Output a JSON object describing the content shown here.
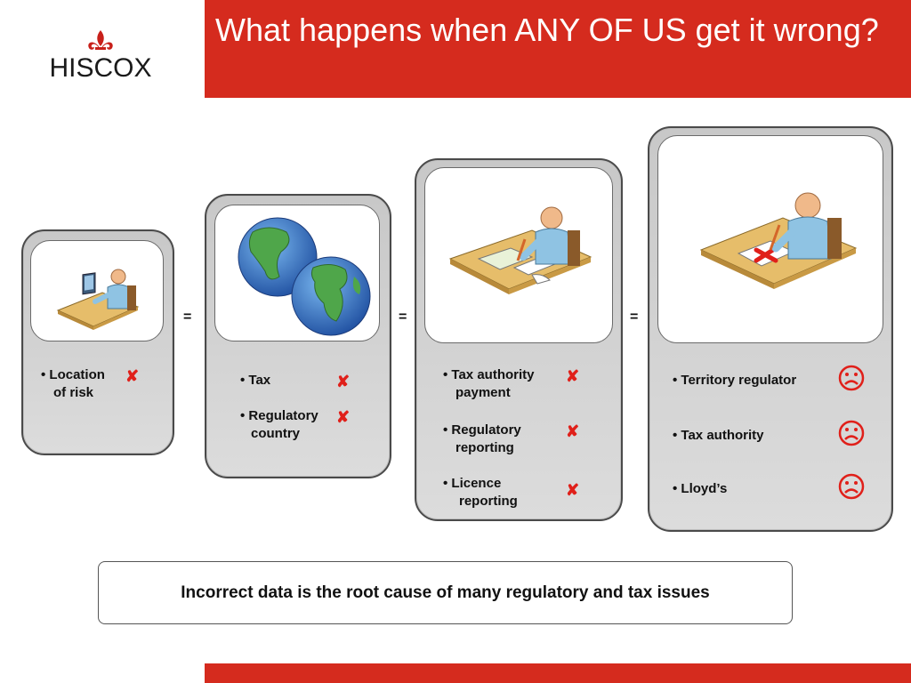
{
  "brand": {
    "name": "HISCOX",
    "accent": "#d52b1e"
  },
  "header": {
    "title": "What happens when ANY OF US get it wrong?"
  },
  "equals": [
    "=",
    "=",
    "="
  ],
  "cards": [
    {
      "bullets": [
        {
          "lines": [
            "• Location",
            "of risk"
          ],
          "status": "x"
        }
      ]
    },
    {
      "bullets": [
        {
          "lines": [
            "• Tax"
          ],
          "status": "x"
        },
        {
          "lines": [
            "• Regulatory",
            "country"
          ],
          "status": "x"
        }
      ]
    },
    {
      "bullets": [
        {
          "lines": [
            "•  Tax authority",
            "payment"
          ],
          "status": "x"
        },
        {
          "lines": [
            "•  Regulatory",
            "reporting"
          ],
          "status": "x"
        },
        {
          "lines": [
            "•   Licence",
            "reporting"
          ],
          "status": "x"
        }
      ]
    },
    {
      "bullets": [
        {
          "lines": [
            "•  Territory regulator"
          ],
          "status": "sad"
        },
        {
          "lines": [
            "•  Tax authority"
          ],
          "status": "sad"
        },
        {
          "lines": [
            "•  Lloyd’s"
          ],
          "status": "sad"
        }
      ]
    }
  ],
  "icons": {
    "x": "cross-icon",
    "sad": "sad-face-icon"
  },
  "caption": "Incorrect data is the root cause of many regulatory and tax issues"
}
